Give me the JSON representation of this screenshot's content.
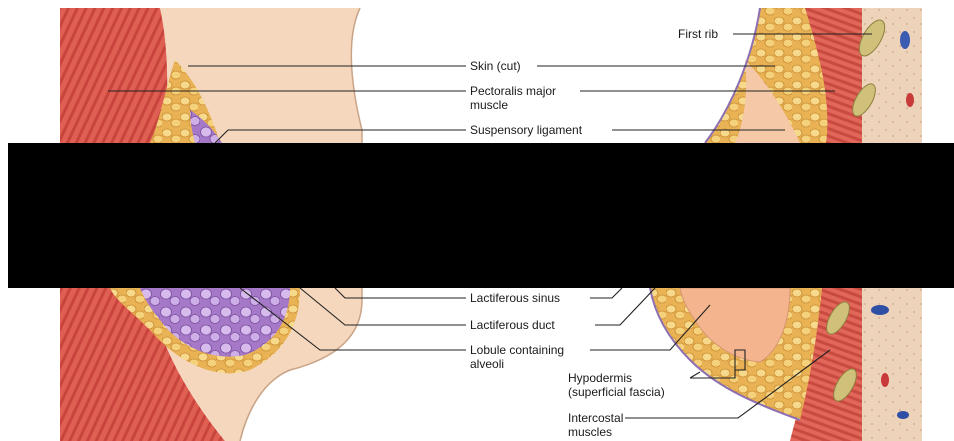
{
  "labels": {
    "first_rib": "First rib",
    "skin_cut": "Skin (cut)",
    "pectoralis_line1": "Pectoralis major",
    "pectoralis_line2": "muscle",
    "suspensory_ligament": "Suspensory ligament",
    "lactiferous_sinus": "Lactiferous sinus",
    "lactiferous_duct": "Lactiferous duct",
    "lobule_line1": "Lobule containing",
    "lobule_line2": "alveoli",
    "hypodermis_line1": "Hypodermis",
    "hypodermis_line2": "(superficial fascia)",
    "intercostal_line1": "Intercostal",
    "intercostal_line2": "muscles"
  },
  "colors": {
    "muscle": "#d9544b",
    "muscle_light": "#ee9a86",
    "skin": "#f6d9bf",
    "fat": "#f2c46a",
    "gland": "#b98fd4",
    "chest_wall": "#e9cdb3",
    "redaction": "#000000"
  }
}
